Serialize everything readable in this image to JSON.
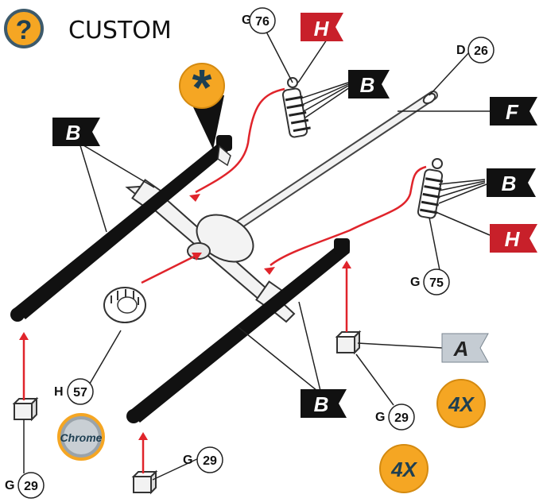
{
  "header": {
    "icon_text": "?",
    "title": "CUSTOM"
  },
  "callouts": {
    "g76": {
      "letter": "G",
      "number": "76"
    },
    "d26": {
      "letter": "D",
      "number": "26"
    },
    "g75": {
      "letter": "G",
      "number": "75"
    },
    "h57": {
      "letter": "H",
      "number": "57"
    },
    "g29_right": {
      "letter": "G",
      "number": "29"
    },
    "g29_left": {
      "letter": "G",
      "number": "29"
    },
    "g29_bottom": {
      "letter": "G",
      "number": "29"
    }
  },
  "flags": {
    "h_top": "H",
    "b_top_right": "B",
    "f": "F",
    "b_mid_right": "B",
    "h_mid_right": "H",
    "b_left": "B",
    "a": "A",
    "b_bottom": "B"
  },
  "badges": {
    "qty_1": "4X",
    "qty_2": "4X",
    "chrome": "Chrome",
    "asterisk": "*"
  },
  "colors": {
    "orange": "#f5a623",
    "flag_black": "#111111",
    "flag_red": "#c8202a",
    "flag_grey": "#c5ccd3",
    "arrow_red": "#e0242b"
  }
}
